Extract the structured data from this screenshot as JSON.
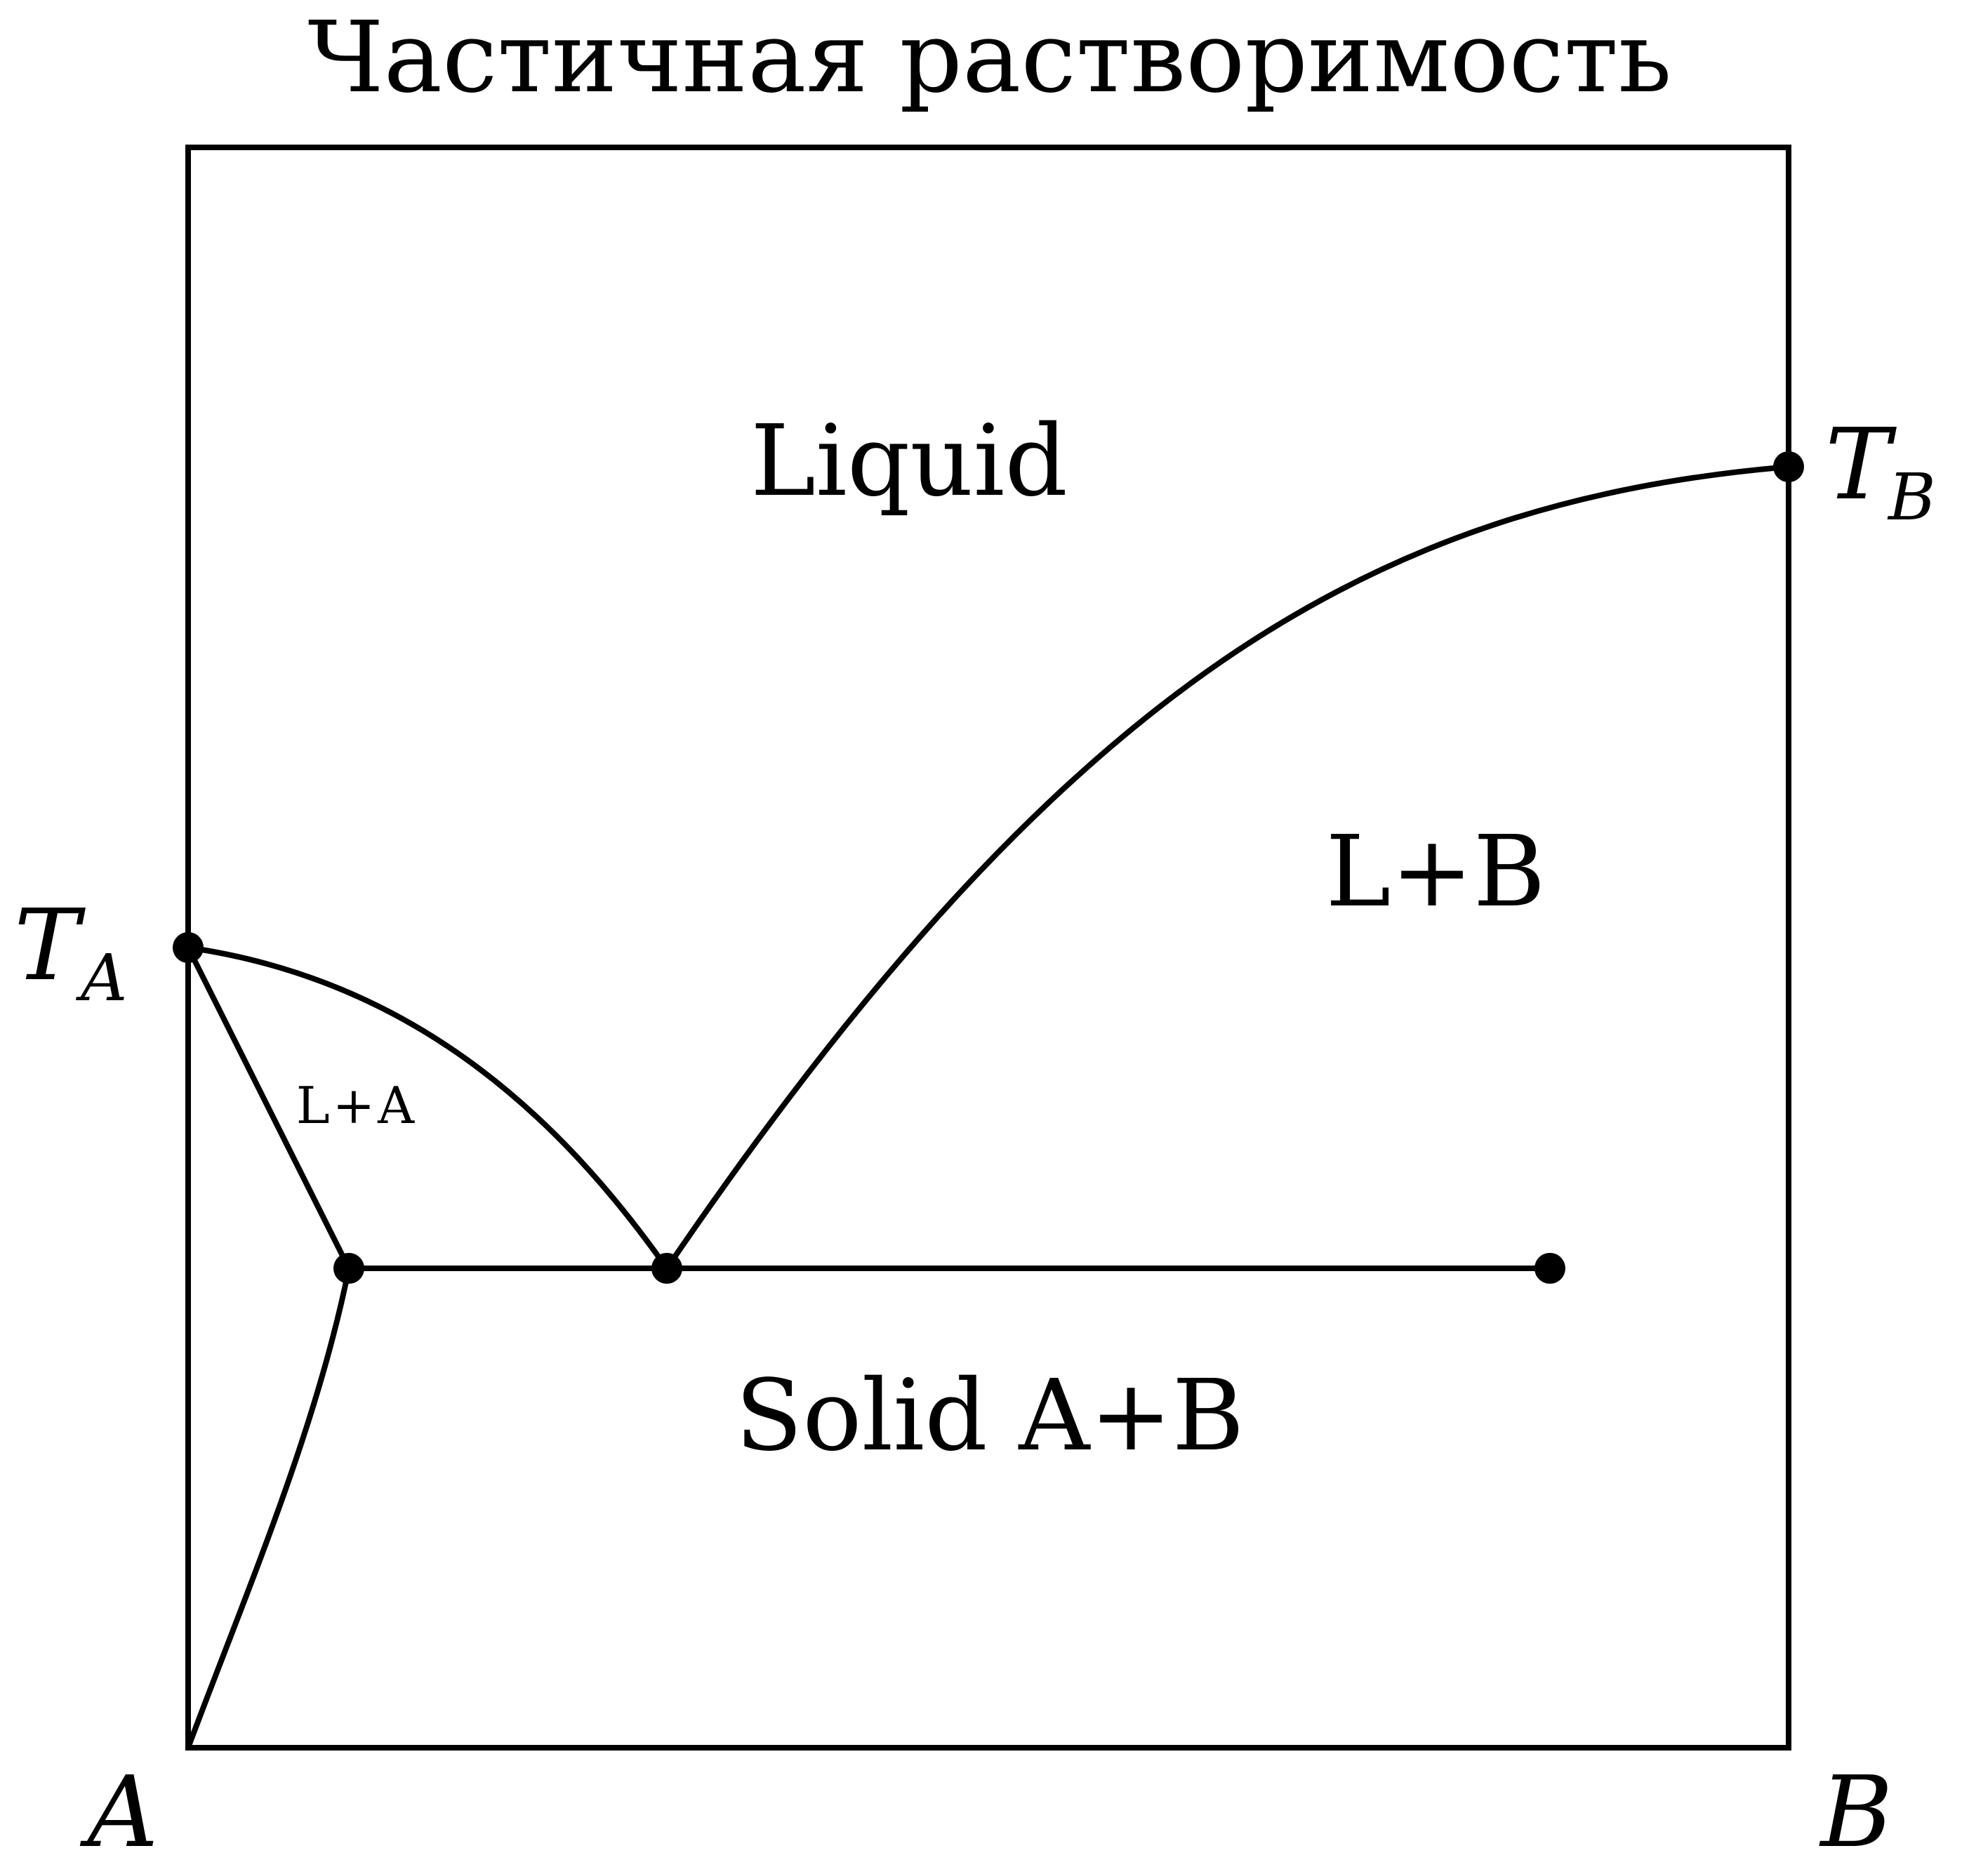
{
  "title": "Частичная растворимость",
  "regions": {
    "liquid": "Liquid",
    "l_plus_b": "L+B",
    "l_plus_a": "L+A",
    "solid": "Solid A+B"
  },
  "labels": {
    "ta_main": "T",
    "ta_sub": "A",
    "tb_main": "T",
    "tb_sub": "B",
    "axis_left": "A",
    "axis_right": "B"
  },
  "colors": {
    "ink": "#000000",
    "background": "#ffffff"
  }
}
